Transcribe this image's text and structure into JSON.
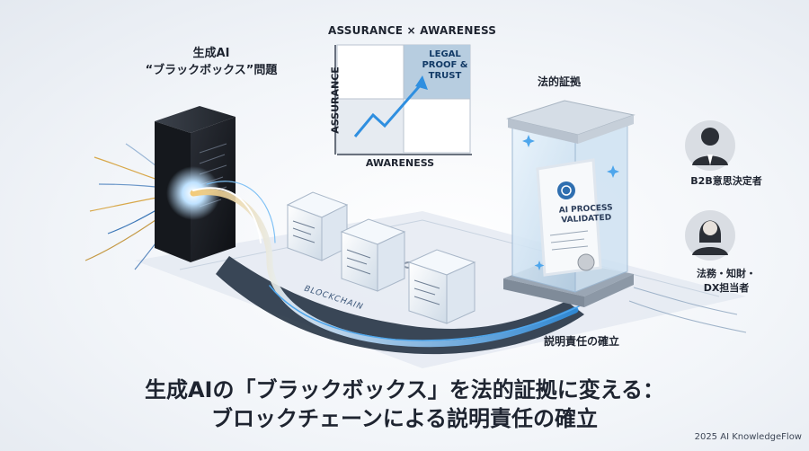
{
  "blackbox": {
    "title_line1": "生成AI",
    "title_line2": "“ブラックボックス”問題"
  },
  "matrix": {
    "title": "ASSURANCE × AWARENESS",
    "y_axis": "ASSURANCE",
    "x_axis": "AWARENESS",
    "quadrant_line1": "LEGAL",
    "quadrant_line2": "PROOF &",
    "quadrant_line3": "TRUST"
  },
  "chain": {
    "label": "BLOCKCHAIN"
  },
  "evidence": {
    "title": "法的証拠",
    "seal_line1": "AI PROCESS",
    "seal_line2": "VALIDATED"
  },
  "personas": [
    {
      "label": "B2B意思決定者"
    },
    {
      "label_line1": "法務・知財・",
      "label_line2": "DX担当者"
    }
  ],
  "accountability": "説明責任の確立",
  "headline": {
    "line1": "生成AIの「ブラックボックス」を法的証拠に変える：",
    "line2": "ブロックチェーンによる説明責任の確立"
  },
  "footer": "2025 AI KnowledgeFlow",
  "colors": {
    "accent": "#2f8fe0",
    "navy": "#1f3a5c",
    "dark": "#1c1f26"
  }
}
